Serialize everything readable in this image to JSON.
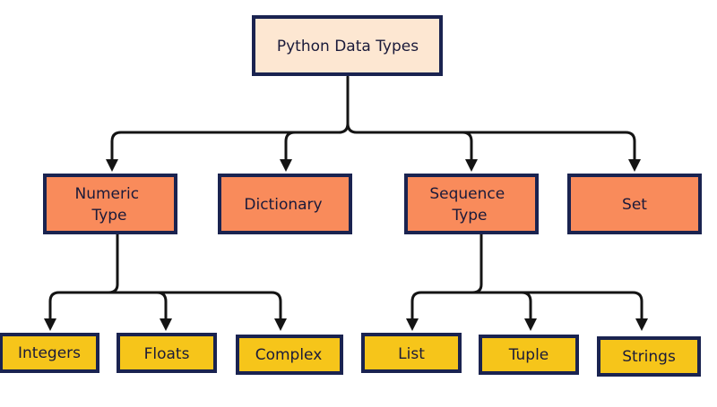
{
  "diagram": {
    "root": {
      "label": "Python Data Types"
    },
    "categories": [
      {
        "lines": [
          "Numeric",
          "Type"
        ]
      },
      {
        "lines": [
          "Dictionary"
        ]
      },
      {
        "lines": [
          "Sequence",
          "Type"
        ]
      },
      {
        "lines": [
          "Set"
        ]
      }
    ],
    "numeric_children": [
      {
        "label": "Integers"
      },
      {
        "label": "Floats"
      },
      {
        "label": "Complex"
      }
    ],
    "sequence_children": [
      {
        "label": "List"
      },
      {
        "label": "Tuple"
      },
      {
        "label": "Strings"
      }
    ],
    "colors": {
      "root_fill": "#fde7d2",
      "category_fill": "#f98b5b",
      "leaf_fill": "#f6c51a",
      "border": "#1a2350",
      "connector": "#141414"
    }
  }
}
